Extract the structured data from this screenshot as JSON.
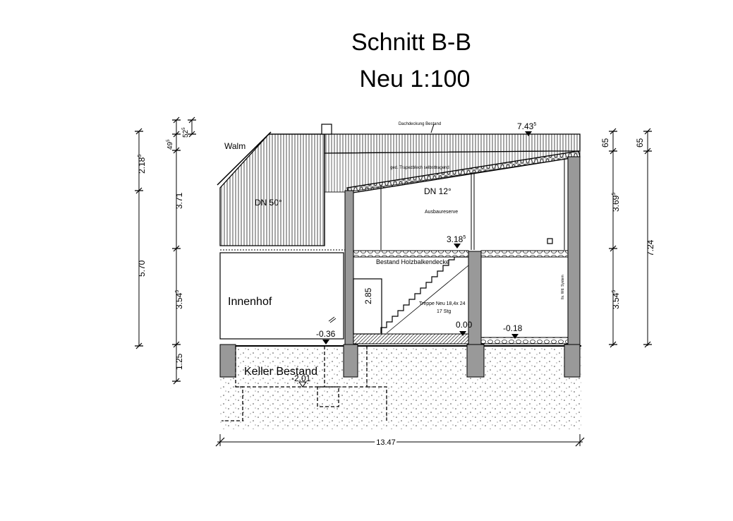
{
  "title": "Schnitt B-B",
  "subtitle": "Neu 1:100",
  "annotations": {
    "roof_cover": "Dachdeckung Bestand",
    "walm": "Walm",
    "trapez": "ged. Trapezblech selbsttragend",
    "dn50": "DN 50°",
    "dn12": "DN 12°",
    "ausbaureserve": "Ausbaureserve",
    "holzbalkendecke": "Bestand Holzbalkendecke",
    "innenhof": "Innenhof",
    "keller": "Keller Bestand",
    "treppe_line1": "Treppe Neu 18,4x 24",
    "treppe_line2": "17 Stg",
    "stair_height": "2.85",
    "wall_note": "Ils. Wd. System"
  },
  "levels": {
    "top_main": "7.43",
    "top_sup": "5",
    "upper_main": "3.18",
    "upper_sup": "5",
    "ground": "0.00",
    "right_floor": "-0.18",
    "courtyard": "-0.36",
    "cellar": "-2.01"
  },
  "dimensions": {
    "left_outer": [
      {
        "main": "2.18",
        "sup": "5"
      },
      {
        "main": "5.70",
        "sup": ""
      },
      {
        "main": "1.25",
        "sup": ""
      }
    ],
    "left_inner": [
      {
        "main": "52",
        "sup": "5"
      },
      {
        "main": "49",
        "sup": "5"
      },
      {
        "main": "3.71",
        "sup": ""
      },
      {
        "main": "3.54",
        "sup": "5"
      }
    ],
    "right_inner": [
      {
        "main": "65",
        "sup": ""
      },
      {
        "main": "3.69",
        "sup": "5"
      },
      {
        "main": "3.54",
        "sup": "5"
      }
    ],
    "right_outer": [
      {
        "main": "65",
        "sup": ""
      },
      {
        "main": "7.24",
        "sup": ""
      }
    ],
    "bottom": "13.47"
  }
}
